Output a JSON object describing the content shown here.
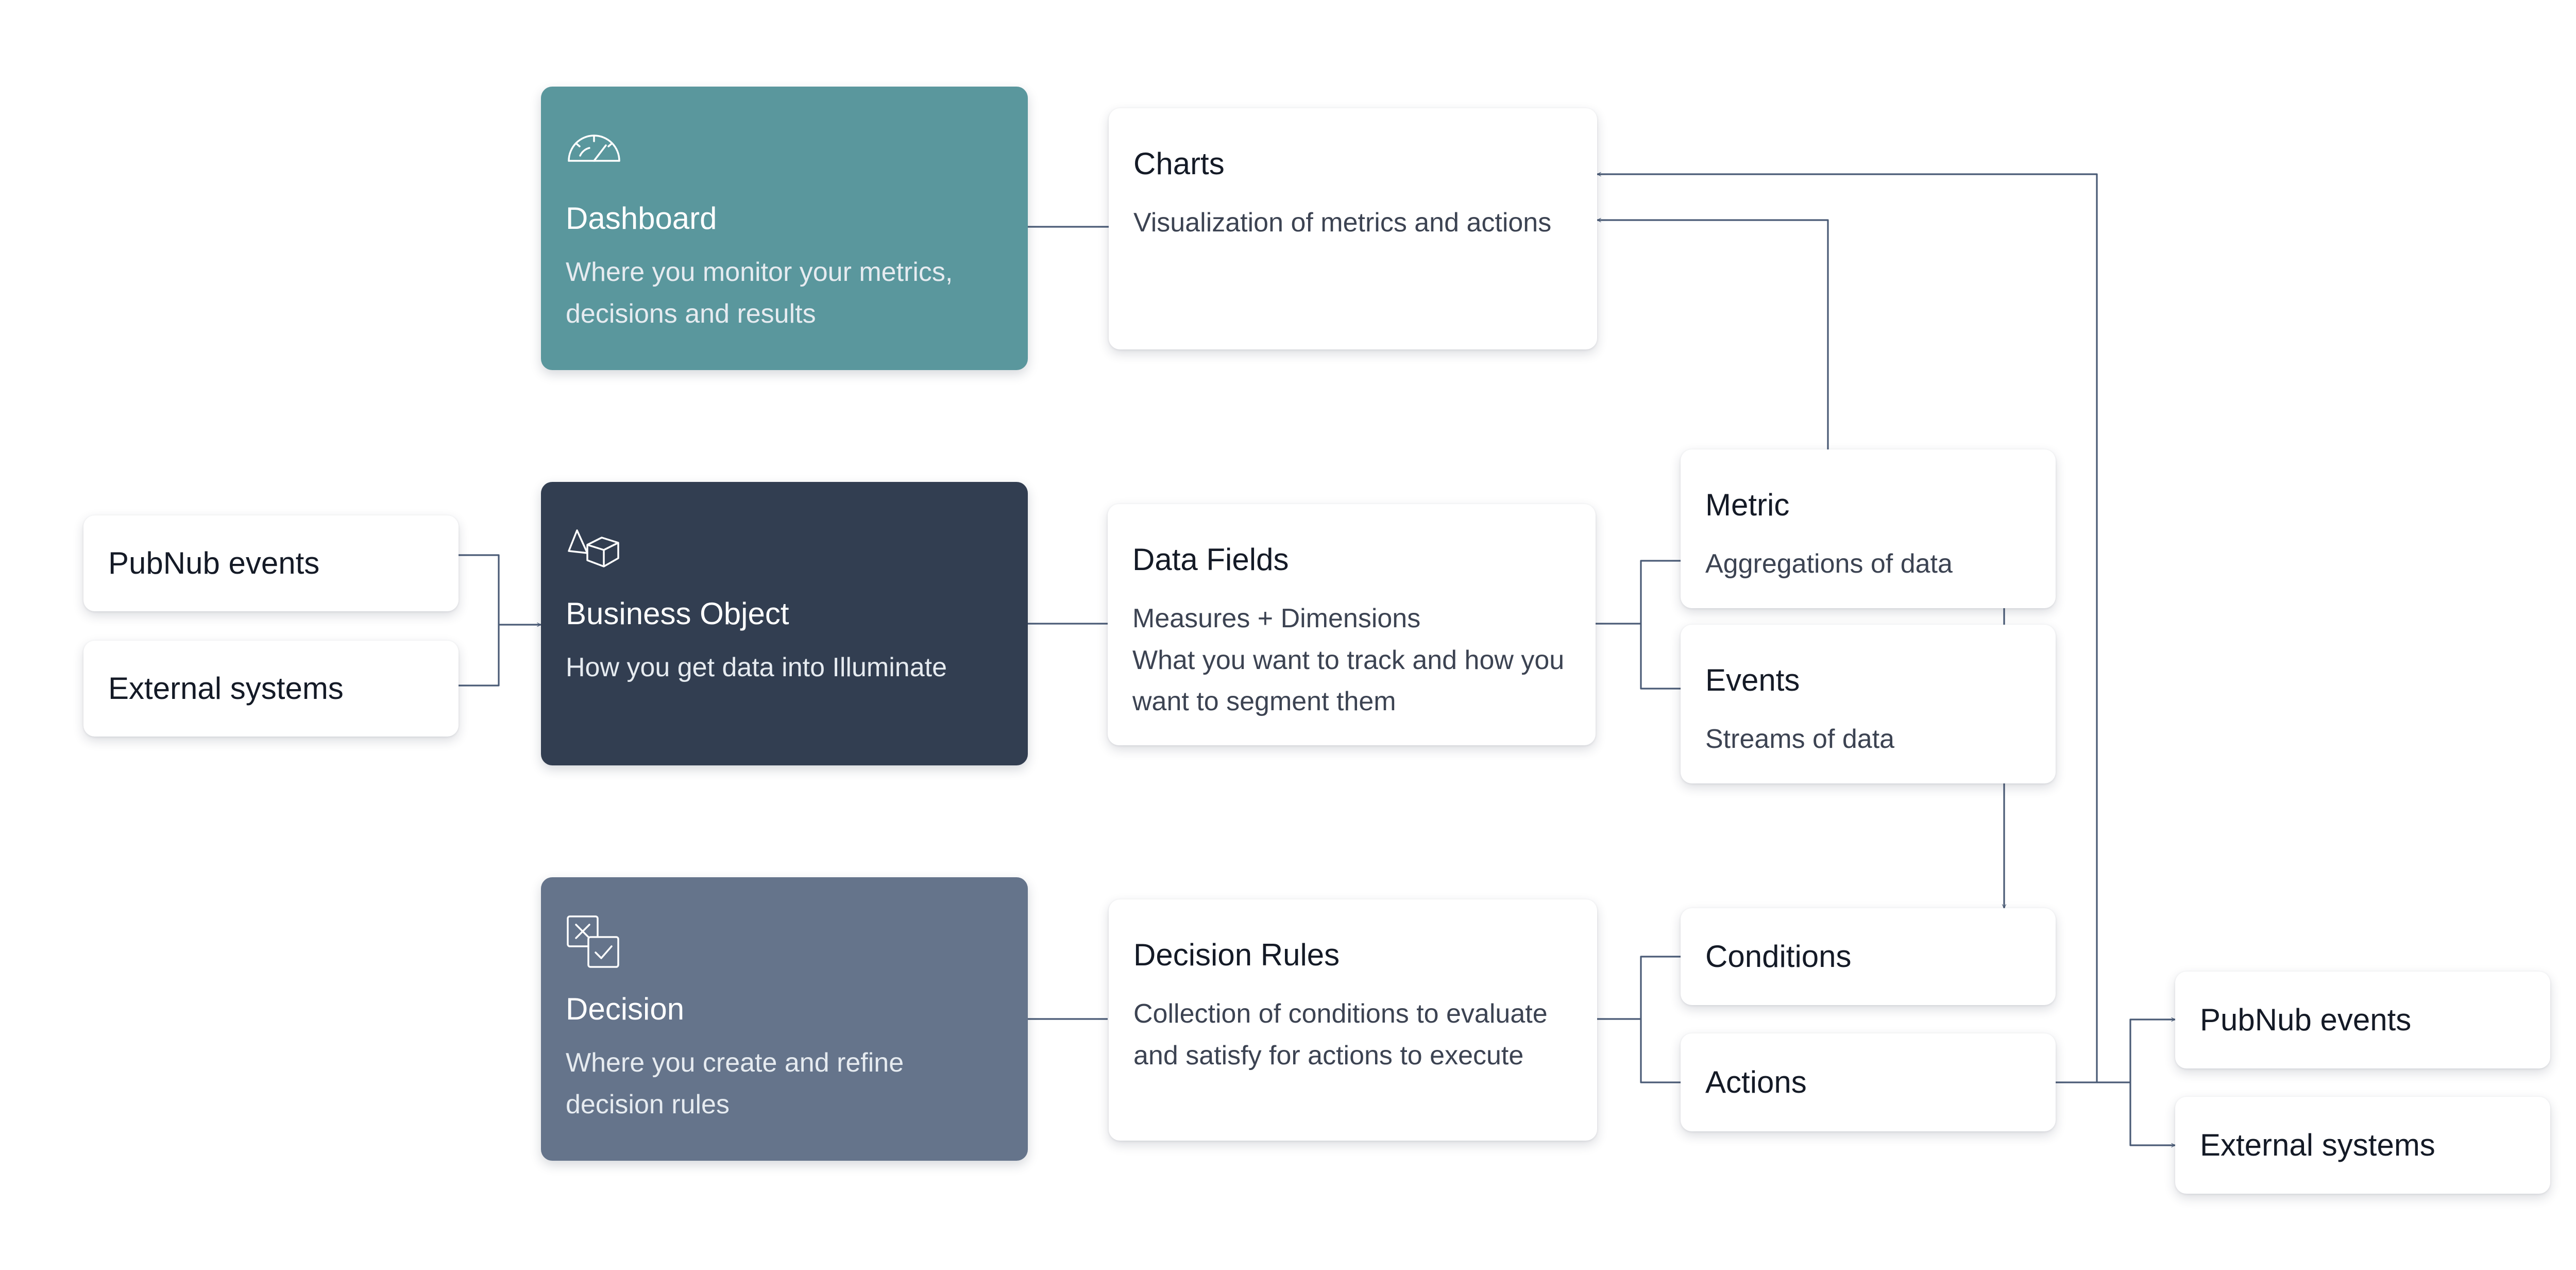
{
  "colors": {
    "dashboard": "#5a979d",
    "business_object": "#323e51",
    "decision": "#65748b",
    "connector": "#4a5b76"
  },
  "dashboard": {
    "icon": "gauge-icon",
    "title": "Dashboard",
    "desc": "Where you monitor your metrics, decisions and results"
  },
  "business_object": {
    "icon": "cubes-icon",
    "title": "Business Object",
    "desc": "How you get data into Illuminate"
  },
  "decision": {
    "icon": "checkbox-icon",
    "title": "Decision",
    "desc": "Where you create and refine decision rules"
  },
  "charts": {
    "title": "Charts",
    "desc": "Visualization of metrics and actions"
  },
  "data_fields": {
    "title": "Data Fields",
    "desc_line1": "Measures + Dimensions",
    "desc_line2": "What you want to track and how you want to segment them"
  },
  "decision_rules": {
    "title": "Decision Rules",
    "desc": "Collection of conditions to evaluate and satisfy for actions to execute"
  },
  "metric": {
    "title": "Metric",
    "desc": "Aggregations of data"
  },
  "events": {
    "title": "Events",
    "desc": "Streams of data"
  },
  "conditions": {
    "title": "Conditions"
  },
  "actions": {
    "title": "Actions"
  },
  "inputs": {
    "pubnub": "PubNub events",
    "external": "External systems"
  },
  "outputs": {
    "pubnub": "PubNub events",
    "external": "External systems"
  }
}
